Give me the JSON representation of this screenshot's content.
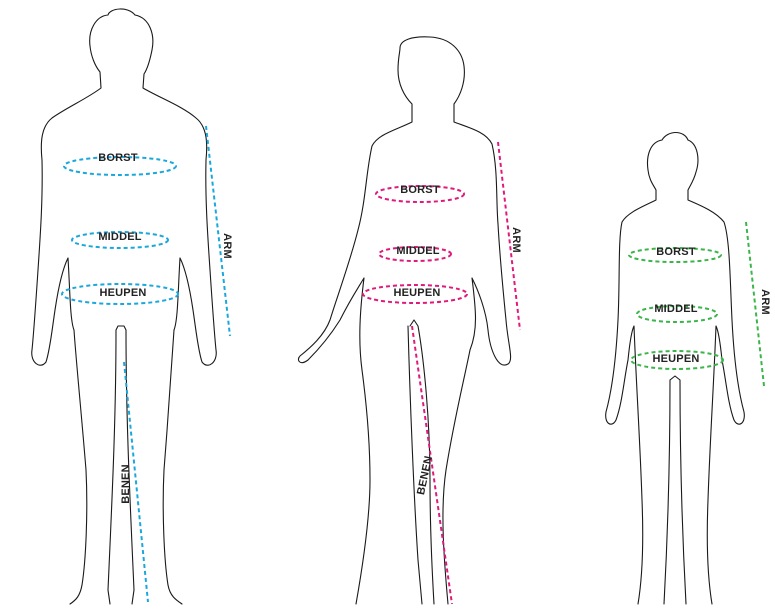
{
  "colors": {
    "man": "#1aa7dc",
    "woman": "#e0197d",
    "child": "#3bb54a",
    "outline": "#1a1a1a"
  },
  "figures": {
    "man": {
      "borst": "BORST",
      "middel": "MIDDEL",
      "heupen": "HEUPEN",
      "arm": "ARM",
      "benen": "BENEN"
    },
    "woman": {
      "borst": "BORST",
      "middel": "MIDDEL",
      "heupen": "HEUPEN",
      "arm": "ARM",
      "benen": "BENEN"
    },
    "child": {
      "borst": "BORST",
      "middel": "MIDDEL",
      "heupen": "HEUPEN",
      "arm": "ARM"
    }
  }
}
